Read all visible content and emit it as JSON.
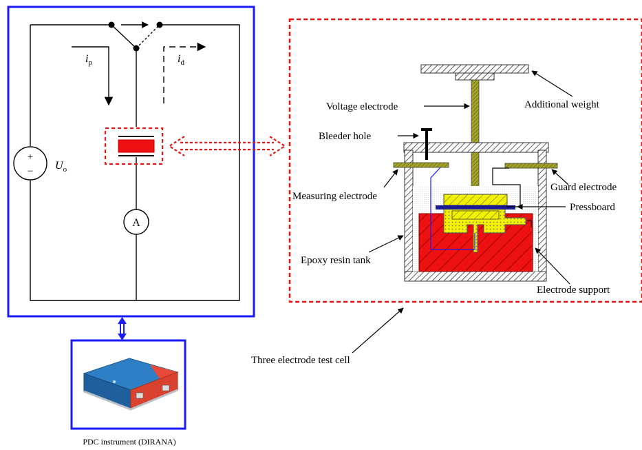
{
  "circuit": {
    "current_p_symbol": "i",
    "current_p_sub": "p",
    "current_d_symbol": "i",
    "current_d_sub": "d",
    "voltage_symbol": "U",
    "voltage_sub": "o",
    "plus_sign": "+",
    "minus_sign": "−",
    "ammeter_label": "A"
  },
  "instrument": {
    "caption": "PDC instrument (DIRANA)"
  },
  "test_cell": {
    "caption": "Three electrode test cell",
    "labels": {
      "voltage_electrode": "Voltage electrode",
      "additional_weight": "Additional weight",
      "bleeder_hole": "Bleeder hole",
      "measuring_electrode": "Measuring electrode",
      "guard_electrode": "Guard electrode",
      "pressboard": "Pressboard",
      "epoxy_resin_tank": "Epoxy resin tank",
      "electrode_support": "Electrode support"
    }
  },
  "colors": {
    "frame_blue": "#1a1aff",
    "dashed_red": "#ee1111",
    "support_red": "#ee1111",
    "electrode_olive": "#8c8c1e",
    "electrode_yellow": "#f2f200",
    "pressboard_blue": "#1a1a99"
  }
}
